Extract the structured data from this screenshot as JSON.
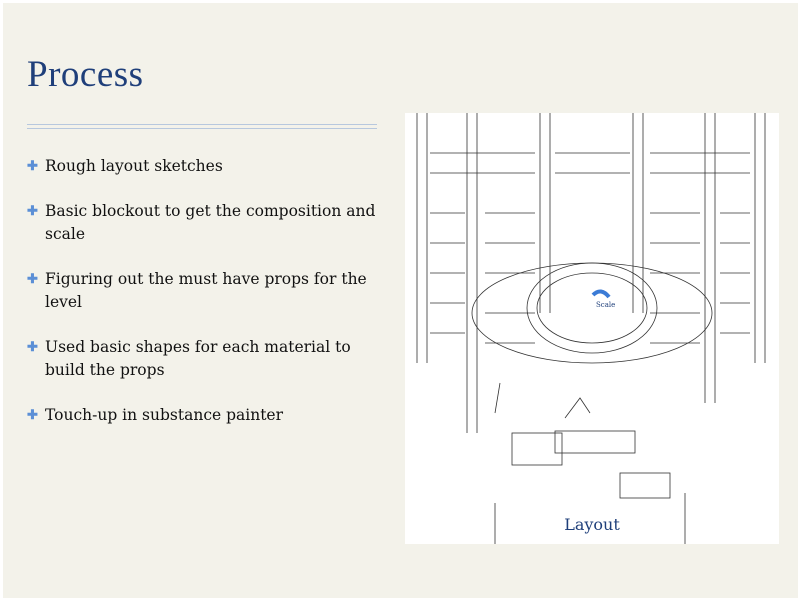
{
  "title": "Process",
  "bullets": [
    "Rough layout sketches",
    "Basic blockout to get the composition and scale",
    "Figuring out the must have props for the level",
    "Used basic shapes for each material to build the props",
    "Touch-up in substance painter"
  ],
  "image": {
    "caption": "Layout",
    "scale_label": "Scale"
  },
  "colors": {
    "title": "#1f3f7a",
    "bullet": "#5b8fd6",
    "background": "#f3f2ea"
  }
}
